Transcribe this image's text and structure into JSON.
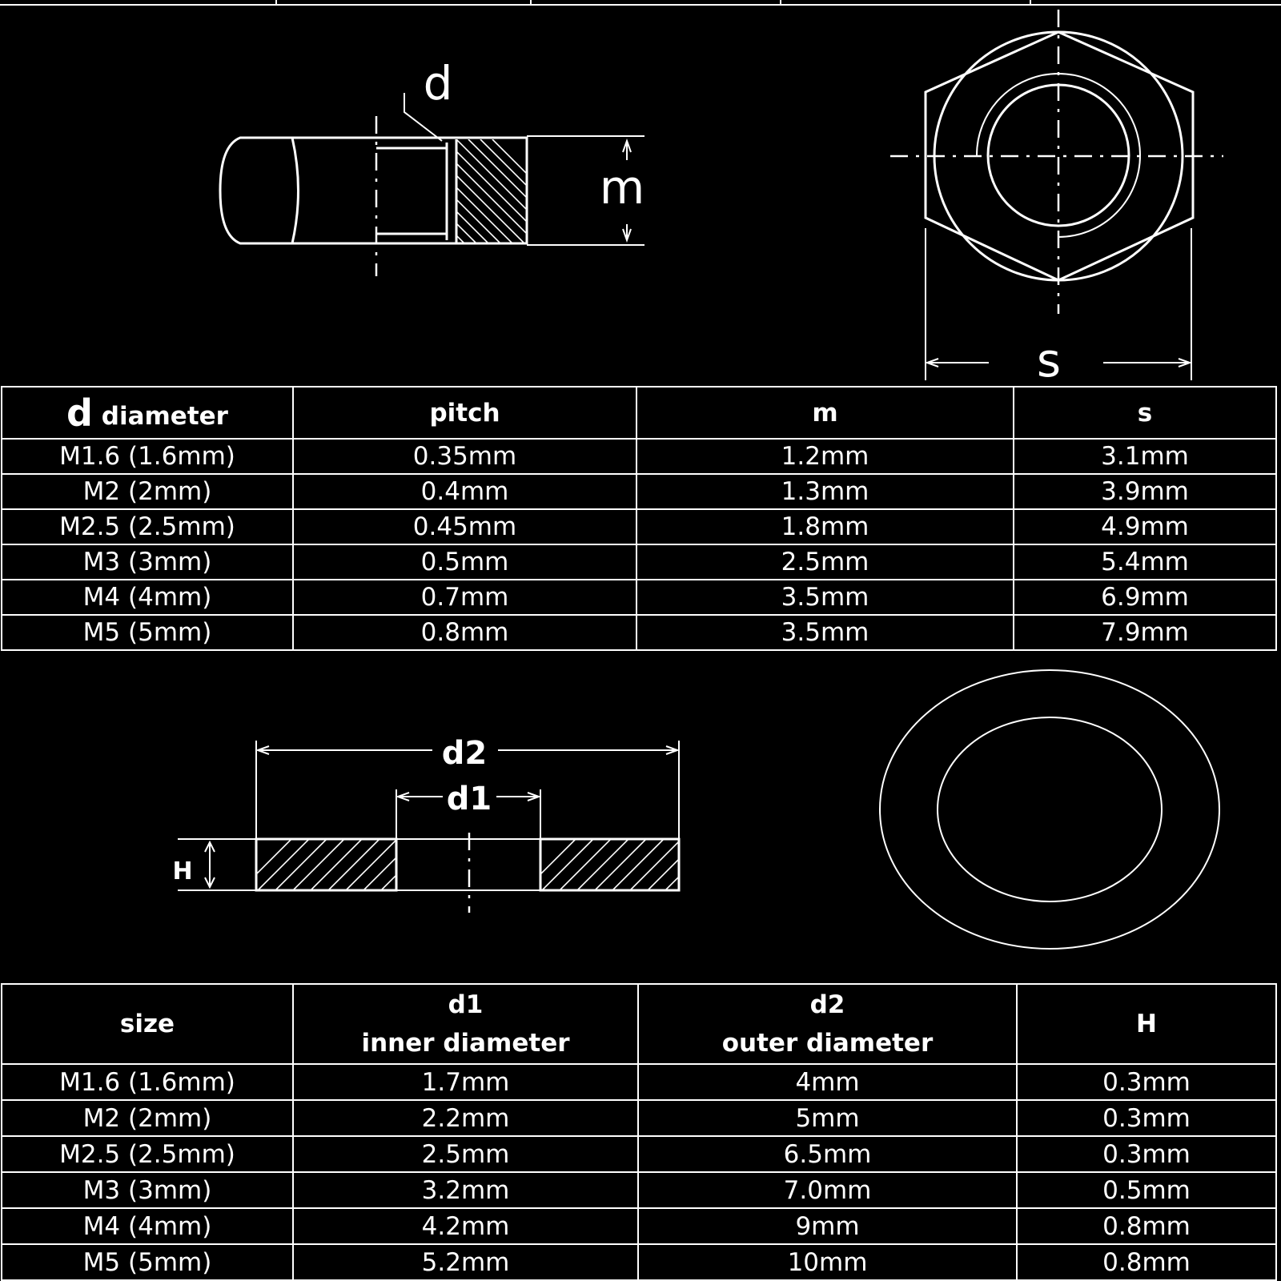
{
  "nut_diagram": {
    "label_d": "d",
    "label_m": "m",
    "label_s": "s"
  },
  "nut_table": {
    "headers": {
      "d_letter": "d",
      "d_word": "diameter",
      "pitch": "pitch",
      "m": "m",
      "s": "s"
    },
    "rows": [
      [
        "M1.6 (1.6mm)",
        "0.35mm",
        "1.2mm",
        "3.1mm"
      ],
      [
        "M2 (2mm)",
        "0.4mm",
        "1.3mm",
        "3.9mm"
      ],
      [
        "M2.5 (2.5mm)",
        "0.45mm",
        "1.8mm",
        "4.9mm"
      ],
      [
        "M3 (3mm)",
        "0.5mm",
        "2.5mm",
        "5.4mm"
      ],
      [
        "M4 (4mm)",
        "0.7mm",
        "3.5mm",
        "6.9mm"
      ],
      [
        "M5 (5mm)",
        "0.8mm",
        "3.5mm",
        "7.9mm"
      ]
    ]
  },
  "washer_diagram": {
    "label_d2": "d2",
    "label_d1": "d1",
    "label_h": "H"
  },
  "washer_table": {
    "headers": {
      "size": "size",
      "d1": "d1",
      "d1_sub": "inner diameter",
      "d2": "d2",
      "d2_sub": "outer diameter",
      "h": "H"
    },
    "rows": [
      [
        "M1.6 (1.6mm)",
        "1.7mm",
        "4mm",
        "0.3mm"
      ],
      [
        "M2 (2mm)",
        "2.2mm",
        "5mm",
        "0.3mm"
      ],
      [
        "M2.5 (2.5mm)",
        "2.5mm",
        "6.5mm",
        "0.3mm"
      ],
      [
        "M3 (3mm)",
        "3.2mm",
        "7.0mm",
        "0.5mm"
      ],
      [
        "M4 (4mm)",
        "4.2mm",
        "9mm",
        "0.8mm"
      ],
      [
        "M5 (5mm)",
        "5.2mm",
        "10mm",
        "0.8mm"
      ]
    ]
  }
}
